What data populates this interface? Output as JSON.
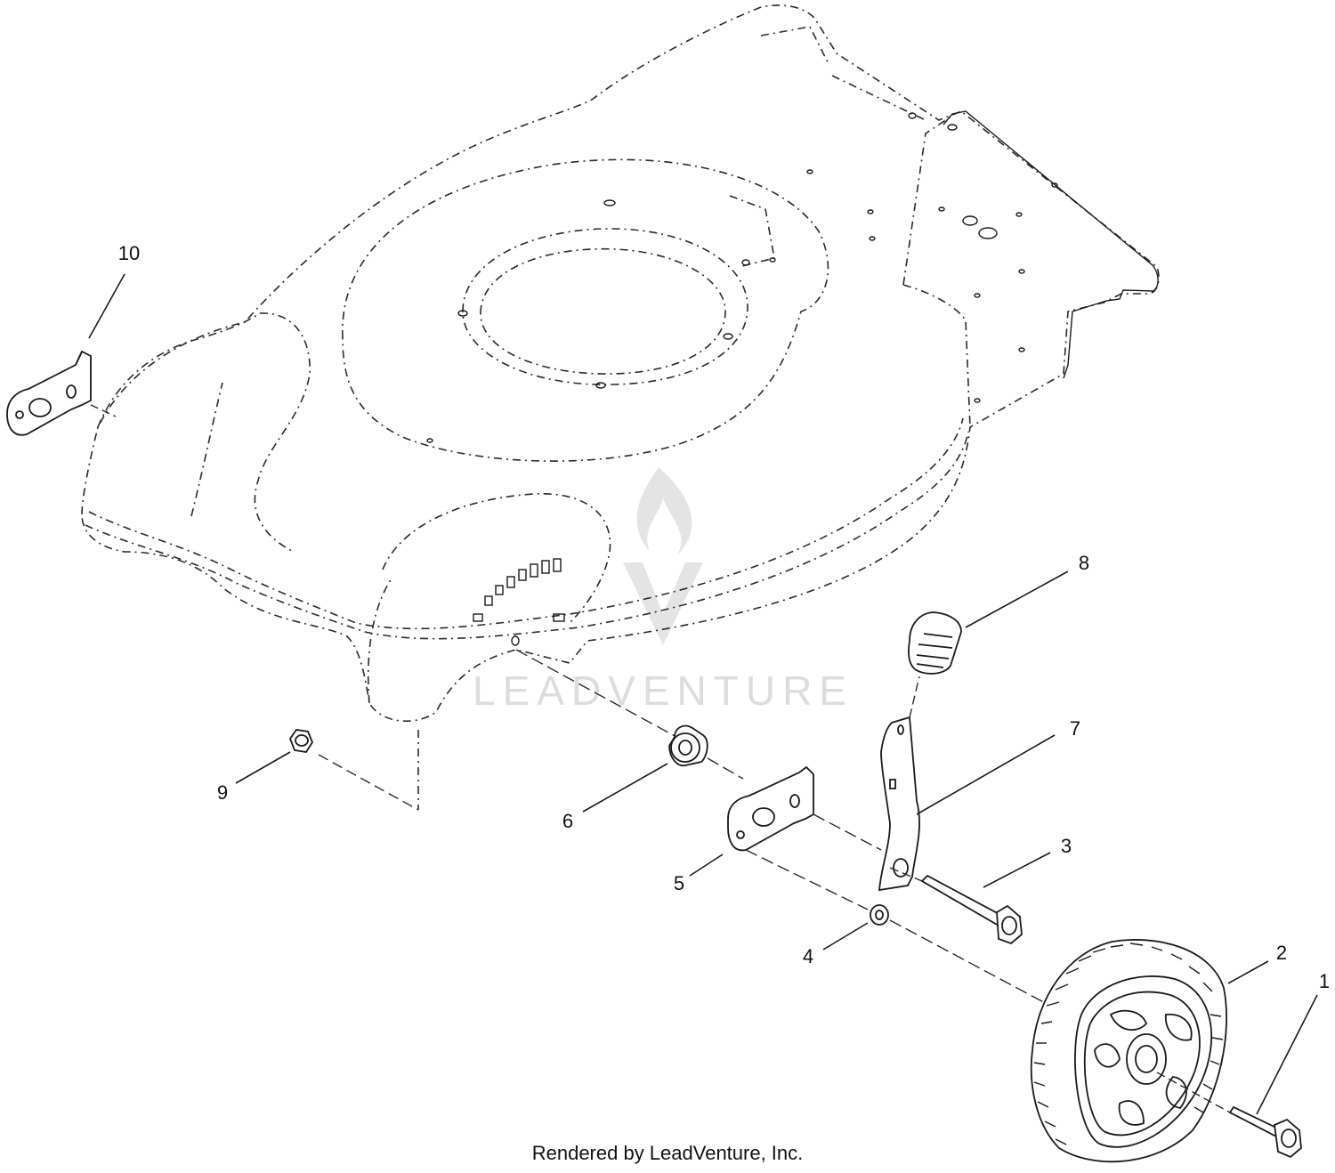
{
  "callouts": [
    {
      "id": "1",
      "label": "1"
    },
    {
      "id": "2",
      "label": "2"
    },
    {
      "id": "3",
      "label": "3"
    },
    {
      "id": "4",
      "label": "4"
    },
    {
      "id": "5",
      "label": "5"
    },
    {
      "id": "6",
      "label": "6"
    },
    {
      "id": "7",
      "label": "7"
    },
    {
      "id": "8",
      "label": "8"
    },
    {
      "id": "9",
      "label": "9"
    },
    {
      "id": "10",
      "label": "10"
    }
  ],
  "watermark": {
    "text": "LEADVENTURE"
  },
  "footer": {
    "text": "Rendered by LeadVenture, Inc."
  },
  "colors": {
    "line": "#1a1a1a",
    "phantom": "#2a2a2a",
    "watermark": "#dcdcdc",
    "background": "#ffffff"
  }
}
